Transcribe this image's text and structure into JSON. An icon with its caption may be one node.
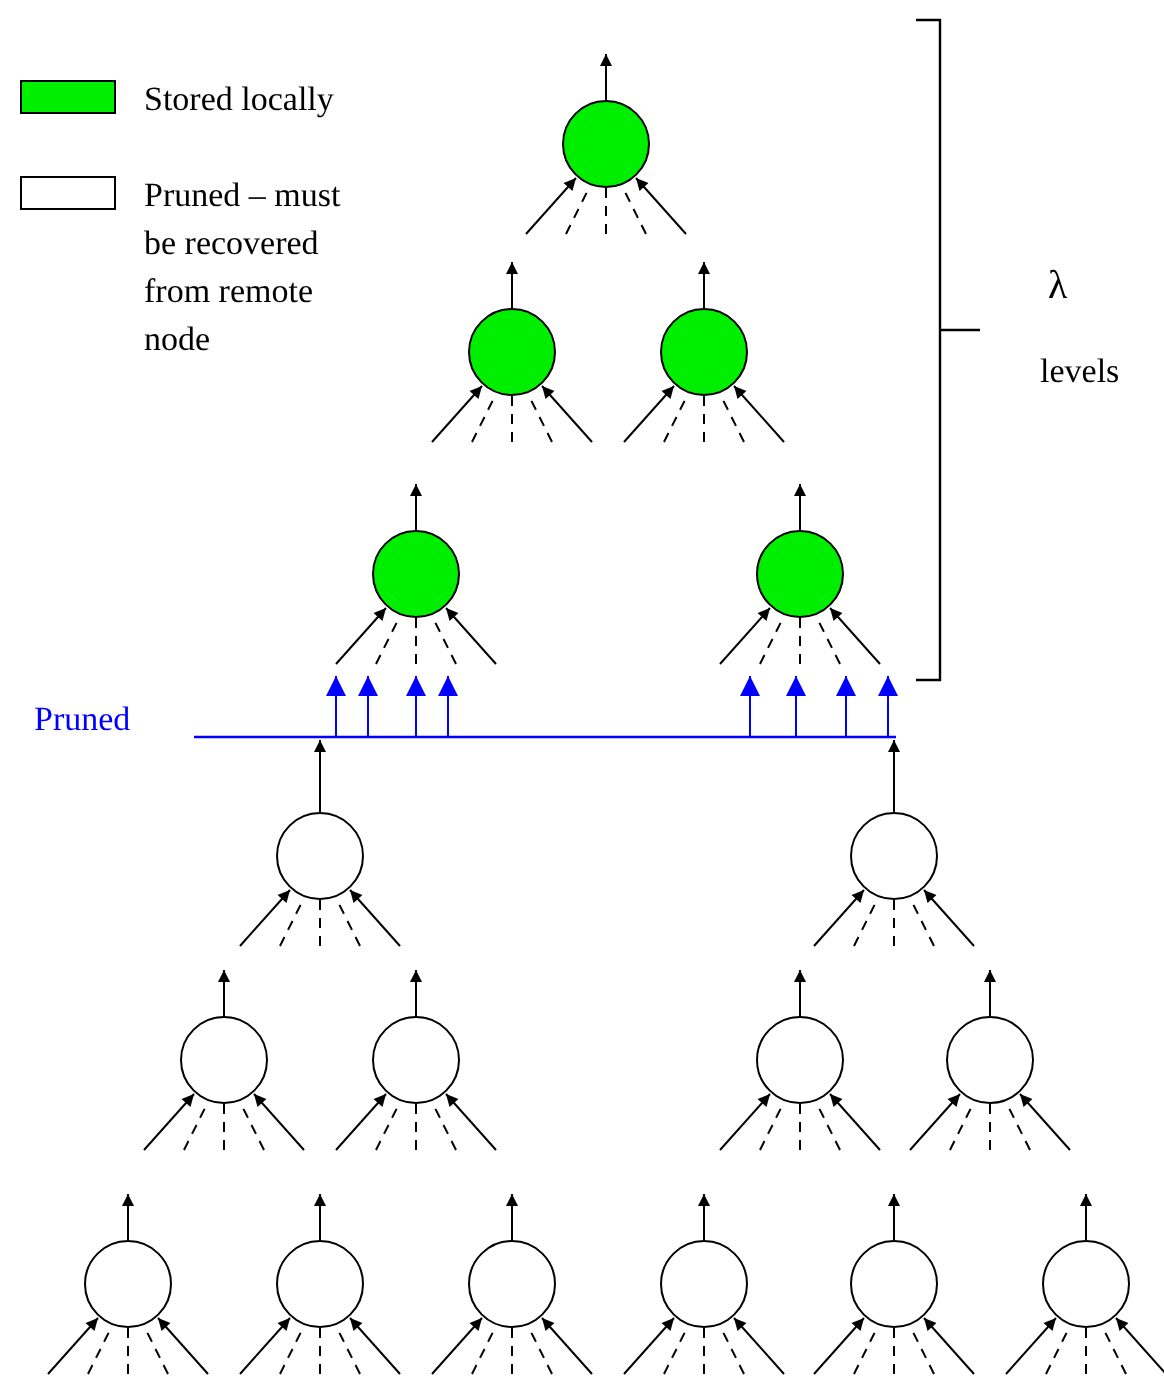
{
  "diagram": {
    "nodes": [
      {
        "text": [],
        "shape": "circle"
      },
      {
        "text": [],
        "shape": "circle"
      },
      {
        "text": [],
        "shape": "circle"
      },
      {
        "text": [],
        "shape": "circle"
      },
      {
        "text": [],
        "shape": "circle"
      },
      {
        "text": [
          "Pruned"
        ]
      },
      {
        "text": [],
        "shape": "circle"
      },
      {
        "text": [],
        "shape": "circle"
      },
      {
        "text": [],
        "shape": "circle"
      },
      {
        "text": [],
        "shape": "circle"
      },
      {
        "text": [],
        "shape": "circle"
      },
      {
        "text": [],
        "shape": "circle"
      },
      {
        "text": [],
        "shape": "circle"
      },
      {
        "text": [],
        "shape": "circle"
      },
      {
        "text": [],
        "shape": "circle"
      },
      {
        "text": [],
        "shape": "circle"
      },
      {
        "text": [],
        "shape": "circle"
      },
      {
        "text": [],
        "shape": "circle"
      }
    ],
    "edges": [
      {
        "from": 0,
        "to": null,
        "arrow": "to"
      },
      {
        "from": null,
        "to": 0,
        "arrow": "to"
      },
      {
        "from": null,
        "to": 0,
        "arrow": "none",
        "style": "dashed"
      },
      {
        "from": null,
        "to": 0,
        "arrow": "none",
        "style": "dashed"
      },
      {
        "from": null,
        "to": 0,
        "arrow": "none",
        "style": "dashed"
      },
      {
        "from": null,
        "to": 0,
        "arrow": "to"
      },
      {
        "from": 1,
        "to": null,
        "arrow": "to"
      },
      {
        "from": null,
        "to": 1,
        "arrow": "to"
      },
      {
        "from": null,
        "to": 1,
        "arrow": "none",
        "style": "dashed"
      },
      {
        "from": null,
        "to": 1,
        "arrow": "none",
        "style": "dashed"
      },
      {
        "from": null,
        "to": 1,
        "arrow": "none",
        "style": "dashed"
      },
      {
        "from": null,
        "to": 1,
        "arrow": "to"
      },
      {
        "from": 2,
        "to": null,
        "arrow": "to"
      },
      {
        "from": null,
        "to": 2,
        "arrow": "to"
      },
      {
        "from": null,
        "to": 2,
        "arrow": "none",
        "style": "dashed"
      },
      {
        "from": null,
        "to": 2,
        "arrow": "none",
        "style": "dashed"
      },
      {
        "from": null,
        "to": 2,
        "arrow": "none",
        "style": "dashed"
      },
      {
        "from": null,
        "to": 2,
        "arrow": "to"
      },
      {
        "from": 3,
        "to": null,
        "arrow": "to"
      },
      {
        "from": null,
        "to": 3,
        "arrow": "to"
      },
      {
        "from": null,
        "to": 3,
        "arrow": "none",
        "style": "dashed"
      },
      {
        "from": null,
        "to": 3,
        "arrow": "none",
        "style": "dashed"
      },
      {
        "from": null,
        "to": 3,
        "arrow": "none",
        "style": "dashed"
      },
      {
        "from": null,
        "to": 3,
        "arrow": "to"
      },
      {
        "from": 4,
        "to": null,
        "arrow": "to"
      },
      {
        "from": null,
        "to": 4,
        "arrow": "to"
      },
      {
        "from": null,
        "to": 4,
        "arrow": "none",
        "style": "dashed"
      },
      {
        "from": null,
        "to": 4,
        "arrow": "none",
        "style": "dashed"
      },
      {
        "from": null,
        "to": 4,
        "arrow": "none",
        "style": "dashed"
      },
      {
        "from": null,
        "to": 4,
        "arrow": "to"
      },
      {
        "from": 5,
        "to": null,
        "arrow": "to",
        "color": "#0000ff"
      },
      {
        "from": 5,
        "to": null,
        "arrow": "to",
        "color": "#0000ff"
      },
      {
        "from": 5,
        "to": null,
        "arrow": "to",
        "color": "#0000ff"
      },
      {
        "from": 5,
        "to": null,
        "arrow": "to",
        "color": "#0000ff"
      },
      {
        "from": 5,
        "to": null,
        "arrow": "to",
        "color": "#0000ff"
      },
      {
        "from": 5,
        "to": null,
        "arrow": "to",
        "color": "#0000ff"
      },
      {
        "from": 5,
        "to": null,
        "arrow": "to",
        "color": "#0000ff"
      },
      {
        "from": 5,
        "to": null,
        "arrow": "to",
        "color": "#0000ff"
      },
      {
        "from": 6,
        "to": 5,
        "arrow": "to"
      },
      {
        "from": null,
        "to": 6,
        "arrow": "to"
      },
      {
        "from": null,
        "to": 6,
        "arrow": "none",
        "style": "dashed"
      },
      {
        "from": null,
        "to": 6,
        "arrow": "none",
        "style": "dashed"
      },
      {
        "from": null,
        "to": 6,
        "arrow": "none",
        "style": "dashed"
      },
      {
        "from": null,
        "to": 6,
        "arrow": "to"
      },
      {
        "from": 7,
        "to": 5,
        "arrow": "to"
      },
      {
        "from": null,
        "to": 7,
        "arrow": "to"
      },
      {
        "from": null,
        "to": 7,
        "arrow": "none",
        "style": "dashed"
      },
      {
        "from": null,
        "to": 7,
        "arrow": "none",
        "style": "dashed"
      },
      {
        "from": null,
        "to": 7,
        "arrow": "none",
        "style": "dashed"
      },
      {
        "from": null,
        "to": 7,
        "arrow": "to"
      },
      {
        "from": 8,
        "to": null,
        "arrow": "to"
      },
      {
        "from": null,
        "to": 8,
        "arrow": "to"
      },
      {
        "from": null,
        "to": 8,
        "arrow": "none",
        "style": "dashed"
      },
      {
        "from": null,
        "to": 8,
        "arrow": "none",
        "style": "dashed"
      },
      {
        "from": null,
        "to": 8,
        "arrow": "none",
        "style": "dashed"
      },
      {
        "from": null,
        "to": 8,
        "arrow": "to"
      },
      {
        "from": 9,
        "to": null,
        "arrow": "to"
      },
      {
        "from": null,
        "to": 9,
        "arrow": "to"
      },
      {
        "from": null,
        "to": 9,
        "arrow": "none",
        "style": "dashed"
      },
      {
        "from": null,
        "to": 9,
        "arrow": "none",
        "style": "dashed"
      },
      {
        "from": null,
        "to": 9,
        "arrow": "none",
        "style": "dashed"
      },
      {
        "from": null,
        "to": 9,
        "arrow": "to"
      },
      {
        "from": 10,
        "to": null,
        "arrow": "to"
      },
      {
        "from": null,
        "to": 10,
        "arrow": "to"
      },
      {
        "from": null,
        "to": 10,
        "arrow": "none",
        "style": "dashed"
      },
      {
        "from": null,
        "to": 10,
        "arrow": "none",
        "style": "dashed"
      },
      {
        "from": null,
        "to": 10,
        "arrow": "none",
        "style": "dashed"
      },
      {
        "from": null,
        "to": 10,
        "arrow": "to"
      },
      {
        "from": 11,
        "to": null,
        "arrow": "to"
      },
      {
        "from": null,
        "to": 11,
        "arrow": "to"
      },
      {
        "from": null,
        "to": 11,
        "arrow": "none",
        "style": "dashed"
      },
      {
        "from": null,
        "to": 11,
        "arrow": "none",
        "style": "dashed"
      },
      {
        "from": null,
        "to": 11,
        "arrow": "none",
        "style": "dashed"
      },
      {
        "from": null,
        "to": 11,
        "arrow": "to"
      },
      {
        "from": 12,
        "to": null,
        "arrow": "to"
      },
      {
        "from": null,
        "to": 12,
        "arrow": "to"
      },
      {
        "from": null,
        "to": 12,
        "arrow": "none",
        "style": "dashed"
      },
      {
        "from": null,
        "to": 12,
        "arrow": "none",
        "style": "dashed"
      },
      {
        "from": null,
        "to": 12,
        "arrow": "none",
        "style": "dashed"
      },
      {
        "from": null,
        "to": 12,
        "arrow": "to"
      },
      {
        "from": 13,
        "to": null,
        "arrow": "to"
      },
      {
        "from": null,
        "to": 13,
        "arrow": "to"
      },
      {
        "from": null,
        "to": 13,
        "arrow": "none",
        "style": "dashed"
      },
      {
        "from": null,
        "to": 13,
        "arrow": "none",
        "style": "dashed"
      },
      {
        "from": null,
        "to": 13,
        "arrow": "none",
        "style": "dashed"
      },
      {
        "from": null,
        "to": 13,
        "arrow": "to"
      },
      {
        "from": 14,
        "to": null,
        "arrow": "to"
      },
      {
        "from": null,
        "to": 14,
        "arrow": "to"
      },
      {
        "from": null,
        "to": 14,
        "arrow": "none",
        "style": "dashed"
      },
      {
        "from": null,
        "to": 14,
        "arrow": "none",
        "style": "dashed"
      },
      {
        "from": null,
        "to": 14,
        "arrow": "none",
        "style": "dashed"
      },
      {
        "from": null,
        "to": 14,
        "arrow": "to"
      },
      {
        "from": 15,
        "to": null,
        "arrow": "to"
      },
      {
        "from": null,
        "to": 15,
        "arrow": "to"
      },
      {
        "from": null,
        "to": 15,
        "arrow": "none",
        "style": "dashed"
      },
      {
        "from": null,
        "to": 15,
        "arrow": "none",
        "style": "dashed"
      },
      {
        "from": null,
        "to": 15,
        "arrow": "none",
        "style": "dashed"
      },
      {
        "from": null,
        "to": 15,
        "arrow": "to"
      },
      {
        "from": 16,
        "to": null,
        "arrow": "to"
      },
      {
        "from": null,
        "to": 16,
        "arrow": "to"
      },
      {
        "from": null,
        "to": 16,
        "arrow": "none",
        "style": "dashed"
      },
      {
        "from": null,
        "to": 16,
        "arrow": "none",
        "style": "dashed"
      },
      {
        "from": null,
        "to": 16,
        "arrow": "none",
        "style": "dashed"
      },
      {
        "from": null,
        "to": 16,
        "arrow": "to"
      },
      {
        "from": 17,
        "to": null,
        "arrow": "to"
      },
      {
        "from": null,
        "to": 17,
        "arrow": "to"
      },
      {
        "from": null,
        "to": 17,
        "arrow": "none",
        "style": "dashed"
      },
      {
        "from": null,
        "to": 17,
        "arrow": "none",
        "style": "dashed"
      },
      {
        "from": null,
        "to": 17,
        "arrow": "none",
        "style": "dashed"
      },
      {
        "from": null,
        "to": 17,
        "arrow": "to"
      }
    ],
    "labels": [
      "λ",
      "levels"
    ],
    "legend": [
      {
        "text": "Stored locally",
        "color": "#00ee00"
      },
      {
        "text": "Pruned – must be recovered from remote node",
        "color": "#ffffff"
      }
    ]
  }
}
